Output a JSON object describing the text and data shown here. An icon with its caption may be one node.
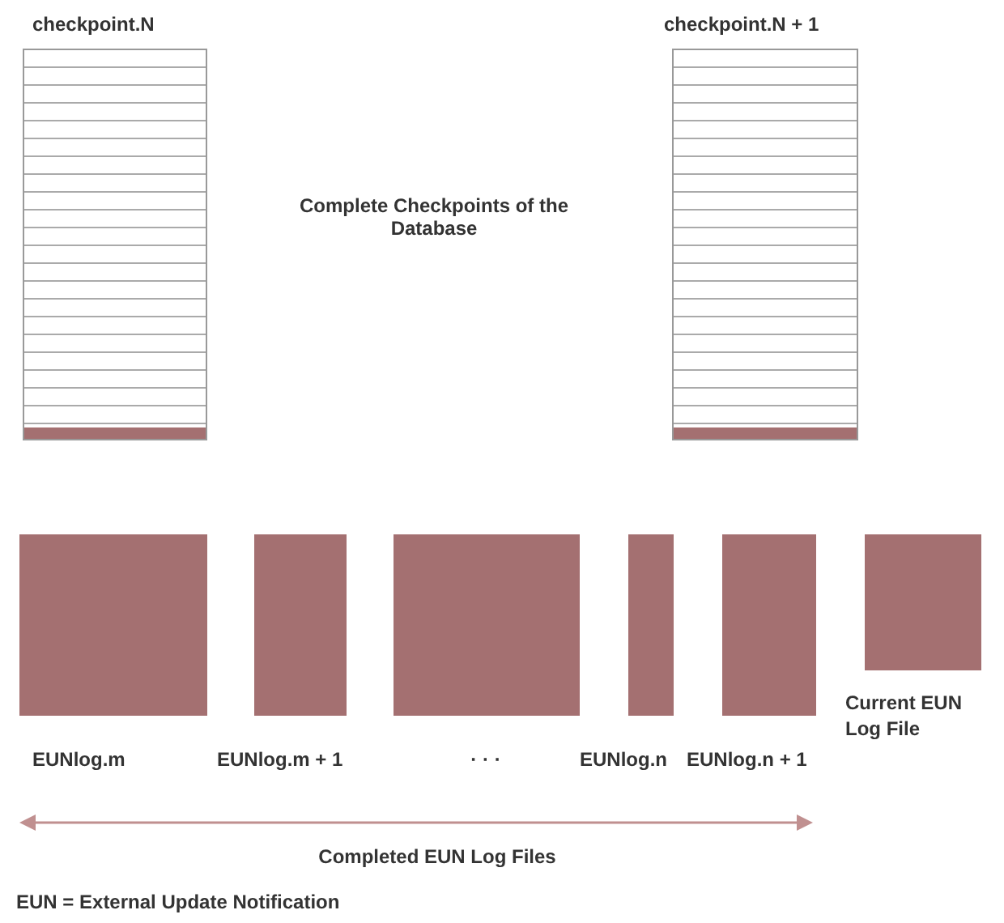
{
  "diagram": {
    "nodes": [
      {
        "text": [
          "checkpoint.N"
        ]
      },
      {
        "text": [
          "checkpoint.N + 1"
        ]
      },
      {
        "text": [
          "EUNlog.m"
        ]
      },
      {
        "text": [
          "EUNlog.m + 1"
        ]
      },
      {
        "text": [],
        "shape": "box"
      },
      {
        "text": [
          "EUNlog.n"
        ]
      },
      {
        "text": [
          "EUNlog.n + 1"
        ]
      },
      {
        "text": [
          "Current EUN Log File"
        ]
      }
    ],
    "edges": [],
    "labels": [
      "Complete Checkpoints of the Database",
      "· · ·",
      "Completed EUN Log Files",
      "EUN = External Update Notification"
    ]
  }
}
